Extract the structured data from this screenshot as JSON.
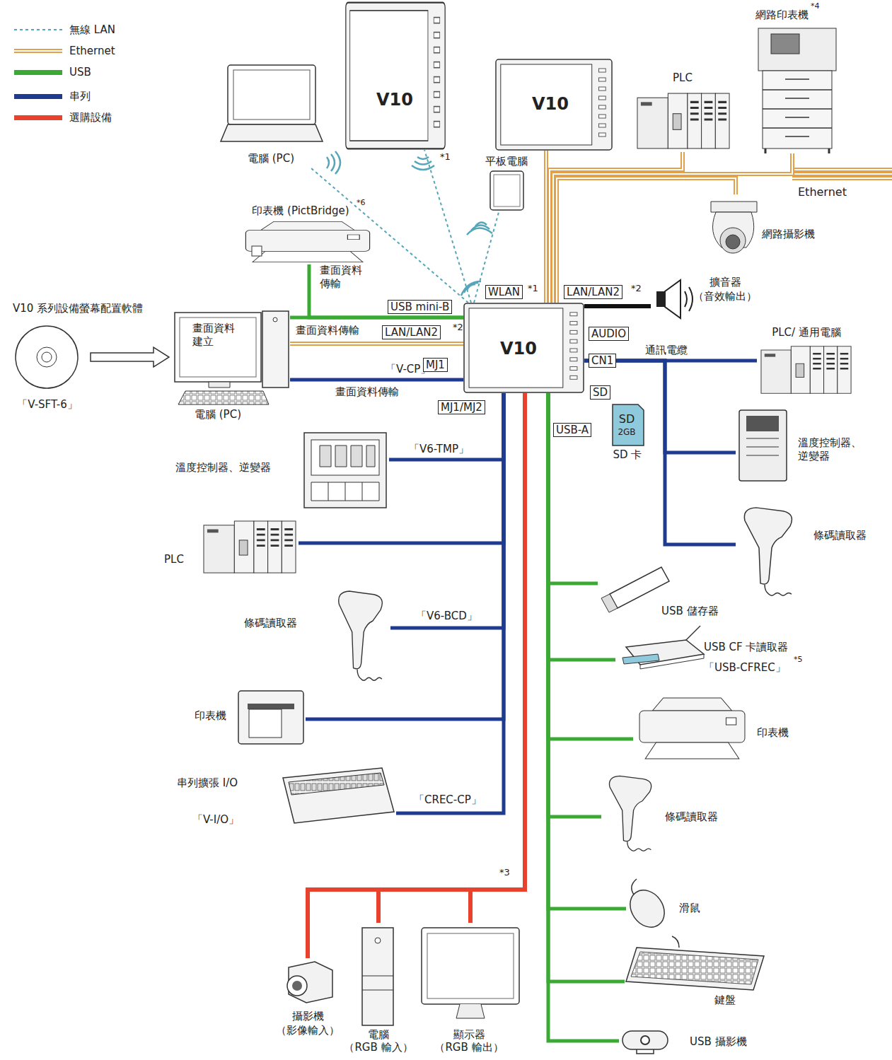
{
  "diagram": {
    "nodes": [
      {
        "text": [
          "電腦 (PC)"
        ]
      },
      {
        "text": [
          "V10"
        ]
      },
      {
        "text": [
          "V10"
        ]
      },
      {
        "text": [
          "PLC"
        ]
      },
      {
        "text": [
          "網路印表機"
        ]
      },
      {
        "text": [
          "平板電腦"
        ]
      },
      {
        "text": [
          "網路攝影機"
        ]
      },
      {
        "text": [
          "印表機 (PictBridge)"
        ]
      },
      {
        "text": [
          "擴音器",
          "（音效輸出）"
        ]
      },
      {
        "text": [
          "V10 系列設備螢幕配置軟體",
          "「V-SFT-6」"
        ]
      },
      {
        "text": [
          "畫面資料 建立",
          "電腦 (PC)"
        ]
      },
      {
        "text": [
          "V10"
        ]
      },
      {
        "text": [
          "PLC/ 通用電腦"
        ]
      },
      {
        "text": [
          "溫度控制器、 逆變器"
        ]
      },
      {
        "text": [
          "條碼讀取器"
        ]
      },
      {
        "text": [
          "SD 卡"
        ]
      },
      {
        "text": [
          "溫度控制器、逆變器"
        ]
      },
      {
        "text": [
          "PLC"
        ]
      },
      {
        "text": [
          "條碼讀取器"
        ]
      },
      {
        "text": [
          "印表機"
        ]
      },
      {
        "text": [
          "串列擴張 I/O",
          "「V-I/O」"
        ]
      },
      {
        "text": [
          "攝影機",
          "（影像輸入）"
        ]
      },
      {
        "text": [
          "電腦",
          "（RGB 輸入）"
        ]
      },
      {
        "text": [
          "顯示器",
          "（RGB 輸出）"
        ]
      },
      {
        "text": [
          "USB 儲存器"
        ]
      },
      {
        "text": [
          "USB CF 卡讀取器",
          "「USB-CFREC」"
        ]
      },
      {
        "text": [
          "印表機"
        ]
      },
      {
        "text": [
          "條碼讀取器"
        ]
      },
      {
        "text": [
          "滑鼠"
        ]
      },
      {
        "text": [
          "鍵盤"
        ]
      },
      {
        "text": [
          "USB 攝影機"
        ]
      }
    ],
    "edges": [
      {
        "from": 11,
        "to": 0,
        "arrow": "none"
      },
      {
        "from": 11,
        "to": 1,
        "arrow": "none"
      },
      {
        "from": 11,
        "to": 5,
        "arrow": "none"
      },
      {
        "from": 11,
        "to": 2,
        "arrow": "none"
      },
      {
        "from": 11,
        "to": 3,
        "arrow": "none"
      },
      {
        "from": 11,
        "to": 4,
        "arrow": "none"
      },
      {
        "from": 11,
        "to": 6,
        "arrow": "none"
      },
      {
        "from": 10,
        "to": 11,
        "label": "畫面資料 傳輸",
        "arrow": "none"
      },
      {
        "from": 7,
        "to": 11,
        "arrow": "none"
      },
      {
        "from": 10,
        "to": 11,
        "label": "畫面資料傳輸",
        "arrow": "none"
      },
      {
        "from": 10,
        "to": 11,
        "label": "「V-CP」",
        "arrow": "none"
      },
      {
        "from": 11,
        "to": 8,
        "arrow": "none"
      },
      {
        "from": 9,
        "to": 10,
        "arrow": "to"
      },
      {
        "from": 11,
        "to": 12,
        "label": "通訊電纜",
        "arrow": "none"
      },
      {
        "from": 11,
        "to": 13,
        "arrow": "none"
      },
      {
        "from": 11,
        "to": 14,
        "arrow": "none"
      },
      {
        "from": 11,
        "to": 16,
        "label": "「V6-TMP」",
        "arrow": "none"
      },
      {
        "from": 11,
        "to": 17,
        "arrow": "none"
      },
      {
        "from": 11,
        "to": 18,
        "label": "「V6-BCD」",
        "arrow": "none"
      },
      {
        "from": 11,
        "to": 19,
        "arrow": "none"
      },
      {
        "from": 11,
        "to": 20,
        "label": "「CREC-CP」",
        "arrow": "none"
      },
      {
        "from": 11,
        "to": 21,
        "arrow": "none"
      },
      {
        "from": 11,
        "to": 22,
        "arrow": "none"
      },
      {
        "from": 11,
        "to": 23,
        "arrow": "none"
      },
      {
        "from": 11,
        "to": 24,
        "arrow": "none"
      },
      {
        "from": 11,
        "to": 25,
        "arrow": "none"
      },
      {
        "from": 11,
        "to": 26,
        "arrow": "none"
      },
      {
        "from": 11,
        "to": 27,
        "arrow": "none"
      },
      {
        "from": 11,
        "to": 28,
        "arrow": "none"
      },
      {
        "from": 11,
        "to": 29,
        "arrow": "none"
      },
      {
        "from": 11,
        "to": 30,
        "arrow": "none"
      }
    ],
    "labels": [
      "WLAN",
      "*1",
      "*1",
      "LAN/LAN2",
      "*2",
      "USB mini-B",
      "LAN/LAN2",
      "*2",
      "MJ1",
      "MJ1/MJ2",
      "AUDIO",
      "CN1",
      "SD",
      "USB-A",
      "SD",
      "2GB",
      "*3",
      "*4",
      "*5",
      "*6",
      "Ethernet",
      "畫面資料傳輸"
    ],
    "legend": [
      {
        "text": "無線 LAN"
      },
      {
        "text": "Ethernet"
      },
      {
        "text": "USB",
        "color": "#3aaa35"
      },
      {
        "text": "串列",
        "color": "#1f3b8f"
      },
      {
        "text": "選購設備",
        "color": "#e8412c"
      }
    ]
  }
}
